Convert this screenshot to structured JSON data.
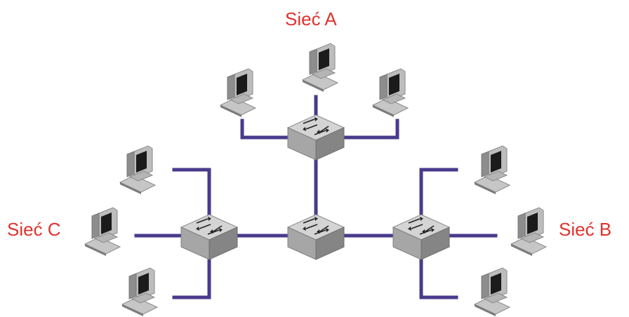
{
  "networks": {
    "a": {
      "label": "Sieć A"
    },
    "b": {
      "label": "Sieć B"
    },
    "c": {
      "label": "Sieć C"
    }
  },
  "colors": {
    "label": "#e0322c",
    "link": "#4a3a8c",
    "switch_top": "#cfcfcf",
    "switch_front": "#9a9a9a",
    "switch_side": "#7d7d7d",
    "computer_body": "#c8c8c8",
    "computer_dark": "#6b6b6b",
    "screen": "#1a1a1a"
  },
  "icons": {
    "switch": "network-switch-icon",
    "computer": "desktop-computer-icon"
  }
}
